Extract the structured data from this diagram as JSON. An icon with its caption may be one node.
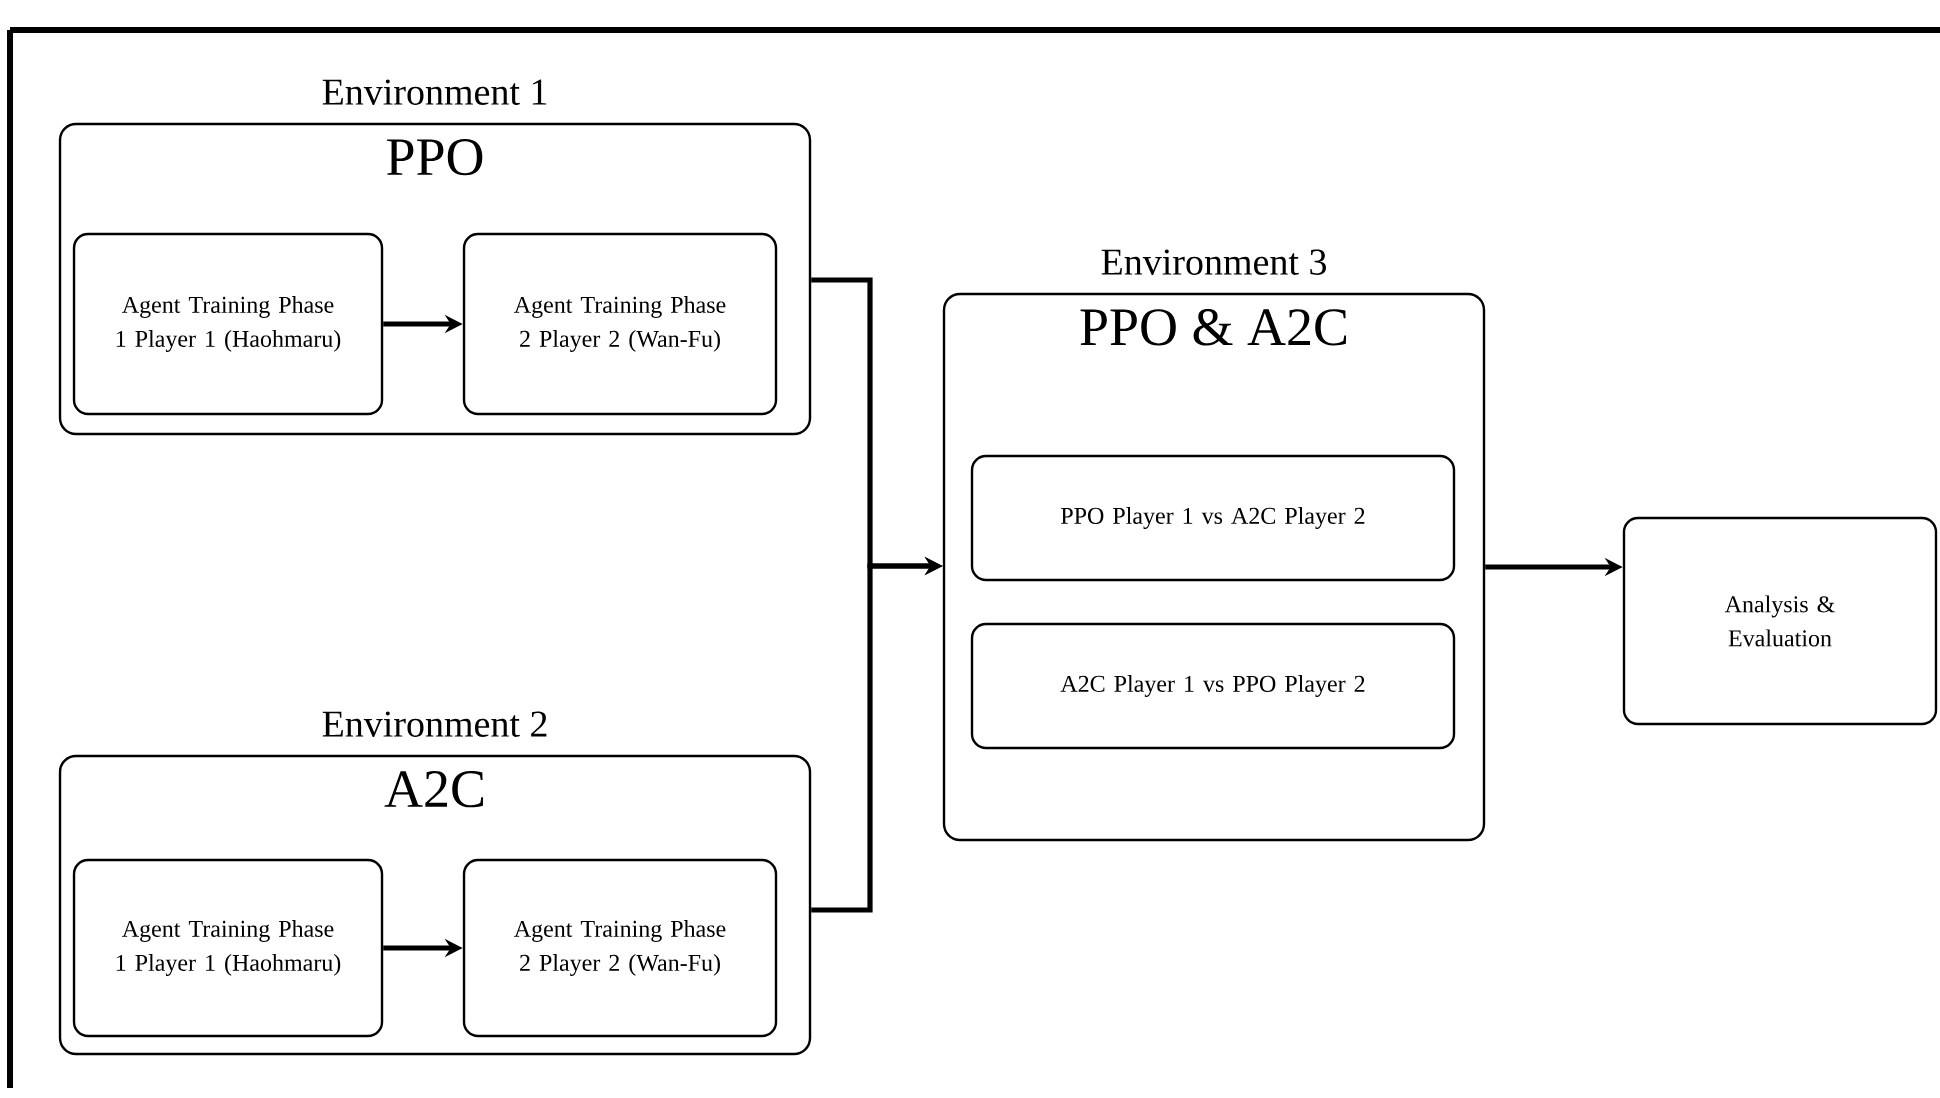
{
  "diagram": {
    "nodes": [
      {
        "text": [
          "Environment 1",
          "PPO"
        ]
      },
      {
        "text": [
          "Agent Training Phase 1 Player 1 (Haohmaru)"
        ],
        "in": 0
      },
      {
        "text": [
          "Agent Training Phase 2 Player 2 (Wan-Fu)"
        ],
        "in": 0
      },
      {
        "text": [
          "Environment 2",
          "A2C"
        ]
      },
      {
        "text": [
          "Agent Training Phase 1 Player 1 (Haohmaru)"
        ],
        "in": 3
      },
      {
        "text": [
          "Agent Training Phase 2 Player 2 (Wan-Fu)"
        ],
        "in": 3
      },
      {
        "text": [
          "Environment 3",
          "PPO & A2C"
        ]
      },
      {
        "text": [
          "PPO Player 1 vs A2C Player 2"
        ],
        "in": 6
      },
      {
        "text": [
          "A2C Player 1 vs PPO Player 2"
        ],
        "in": 6
      },
      {
        "text": [
          "Analysis & Evaluation"
        ]
      }
    ],
    "edges": [
      {
        "from": 1,
        "to": 2,
        "arrow": "to"
      },
      {
        "from": 4,
        "to": 5,
        "arrow": "to"
      },
      {
        "from": 0,
        "to": 6,
        "arrow": "to"
      },
      {
        "from": 3,
        "to": 6,
        "arrow": "to"
      },
      {
        "from": 6,
        "to": 9,
        "arrow": "to"
      }
    ]
  }
}
